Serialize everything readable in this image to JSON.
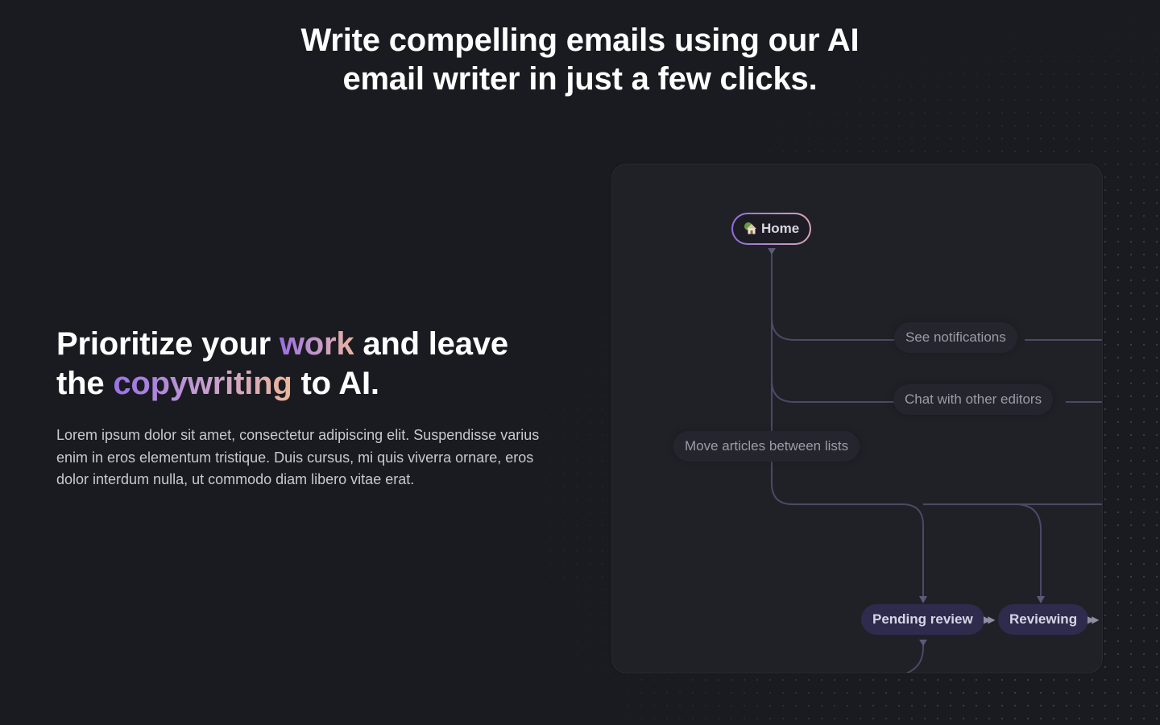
{
  "hero": {
    "title_line1": "Write compelling emails using our AI",
    "title_line2": "email writer in just a few clicks."
  },
  "feature": {
    "title_parts": [
      "Prioritize your ",
      "work",
      " and leave",
      "the ",
      "copywriting",
      " to AI."
    ],
    "body": "Lorem ipsum dolor sit amet, consectetur adipiscing elit. Suspendisse varius enim in eros elementum tristique. Duis cursus, mi quis viverra ornare, eros dolor interdum nulla, ut commodo diam libero vitae erat."
  },
  "diagram": {
    "root": {
      "label": "Home",
      "icon": "house-icon"
    },
    "branches": [
      {
        "label": "See notifications"
      },
      {
        "label": "Chat with other editors"
      },
      {
        "label": "Move articles between lists"
      }
    ],
    "statuses": [
      {
        "label": "Pending review",
        "icon": "double-chevron-right-icon"
      },
      {
        "label": "Reviewing",
        "icon": "double-chevron-right-icon"
      }
    ]
  },
  "colors": {
    "background": "#1a1b20",
    "card": "#202027",
    "connector": "#4a4a66",
    "status_pill": "#2e2b4d",
    "gradient_start": "#9b6ee0",
    "gradient_end": "#e9b39d"
  }
}
